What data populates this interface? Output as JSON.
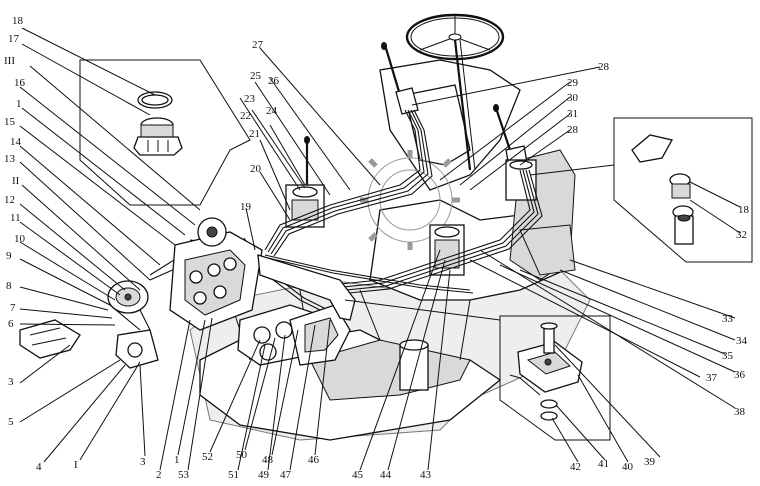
{
  "callouts": {
    "n1a": "1",
    "n1b": "1",
    "n2": "2",
    "n3a": "3",
    "n3b": "3",
    "n4": "4",
    "n5": "5",
    "n6": "6",
    "n7": "7",
    "n8": "8",
    "n9": "9",
    "n10": "10",
    "n11": "11",
    "n12": "12",
    "n13": "13",
    "n14": "14",
    "n15": "15",
    "n16": "16",
    "n17": "17",
    "n18a": "18",
    "n18b": "18",
    "n19": "19",
    "n20": "20",
    "n21": "21",
    "n22": "22",
    "n23": "23",
    "n24": "24",
    "n25": "25",
    "n26": "26",
    "n27": "27",
    "n28a": "28",
    "n28b": "28",
    "n29": "29",
    "n30": "30",
    "n31": "31",
    "n32": "32",
    "n33": "33",
    "n34": "34",
    "n35": "35",
    "n36": "36",
    "n37": "37",
    "n38": "38",
    "n39": "39",
    "n40": "40",
    "n41": "41",
    "n42": "42",
    "n43": "43",
    "n44": "44",
    "n45": "45",
    "n46": "46",
    "n47": "47",
    "n48": "48",
    "n49": "49",
    "n50": "50",
    "n51": "51",
    "n52": "52",
    "n53": "53",
    "rI": "I",
    "rII": "II",
    "rIII": "III"
  }
}
